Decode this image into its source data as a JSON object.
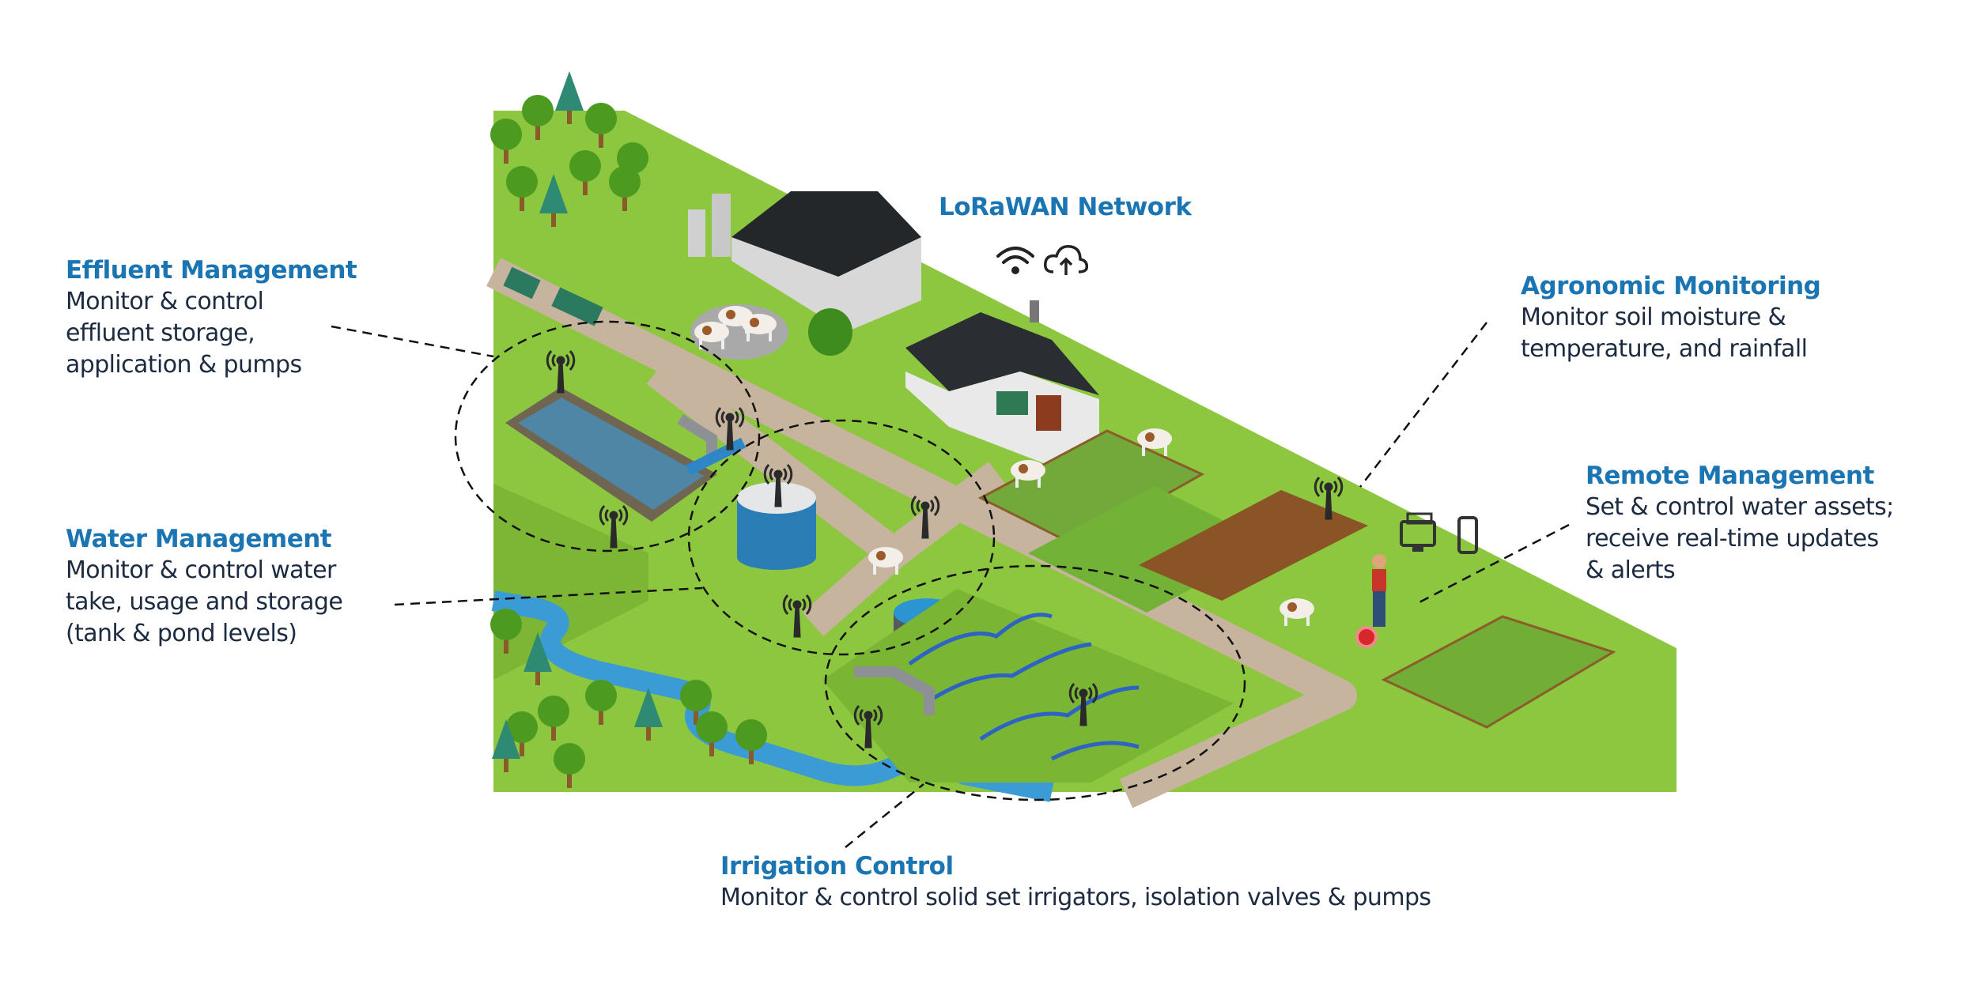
{
  "network": {
    "title": "LoRaWAN Network",
    "icons": [
      "wifi-icon",
      "cloud-upload-icon"
    ]
  },
  "sections": {
    "effluent": {
      "title": "Effluent Management",
      "lines": [
        "Monitor & control",
        "effluent storage,",
        "application & pumps"
      ]
    },
    "water": {
      "title": "Water Management",
      "lines": [
        "Monitor & control water",
        "take, usage and storage",
        "(tank & pond levels)"
      ]
    },
    "agronomic": {
      "title": "Agronomic Monitoring",
      "lines": [
        "Monitor soil moisture &",
        "temperature, and rainfall"
      ]
    },
    "remote": {
      "title": "Remote Management",
      "lines": [
        "Set & control water assets;",
        "receive real-time updates",
        "& alerts"
      ]
    },
    "irrigation": {
      "title": "Irrigation Control",
      "lines": [
        "Monitor & control solid set irrigators, isolation valves & pumps"
      ]
    }
  },
  "colors": {
    "accent": "#1b75b3",
    "text": "#1c2b40",
    "grass": "#8dc63f",
    "road": "#c9b8a6",
    "water": "#3a9bd5"
  }
}
